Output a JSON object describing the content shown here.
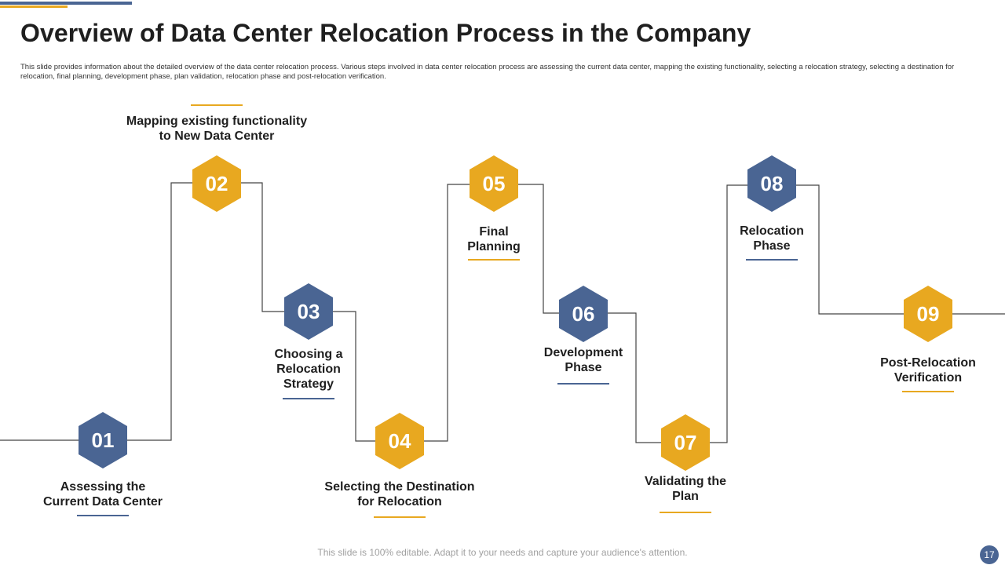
{
  "title": "Overview of Data Center Relocation Process in the Company",
  "subtitle": "This slide provides information about the detailed overview of the data center relocation process. Various steps involved in data center relocation process are assessing the current data center, mapping the existing functionality, selecting a relocation strategy, selecting a destination for relocation, final planning, development phase, plan validation, relocation phase and post-relocation verification.",
  "colors": {
    "gold": "#e8a820",
    "blue": "#4a6593",
    "line": "#444444"
  },
  "steps": [
    {
      "number": "01",
      "label": "Assessing the\nCurrent Data Center",
      "color": "blue"
    },
    {
      "number": "02",
      "label": "Mapping existing functionality\nto New Data Center",
      "color": "gold"
    },
    {
      "number": "03",
      "label": "Choosing a\nRelocation\nStrategy",
      "color": "blue"
    },
    {
      "number": "04",
      "label": "Selecting the Destination\nfor Relocation",
      "color": "gold"
    },
    {
      "number": "05",
      "label": "Final\nPlanning",
      "color": "gold"
    },
    {
      "number": "06",
      "label": "Development\nPhase",
      "color": "blue"
    },
    {
      "number": "07",
      "label": "Validating the\nPlan",
      "color": "gold"
    },
    {
      "number": "08",
      "label": "Relocation\nPhase",
      "color": "blue"
    },
    {
      "number": "09",
      "label": "Post-Relocation\nVerification",
      "color": "gold"
    }
  ],
  "footer": "This slide is 100% editable. Adapt it to your needs and capture your audience's attention.",
  "page_number": "17"
}
